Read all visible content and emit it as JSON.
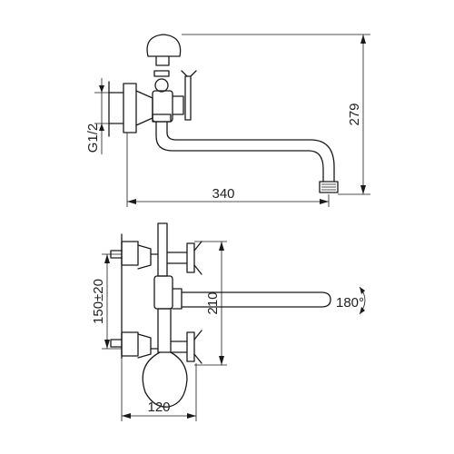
{
  "dimensions": {
    "spout_reach": "340",
    "overall_height": "279",
    "thread_size": "G1/2",
    "center_distance": "150±20",
    "handle_span": "210",
    "bottom_width": "120",
    "swivel_angle": "180°"
  }
}
